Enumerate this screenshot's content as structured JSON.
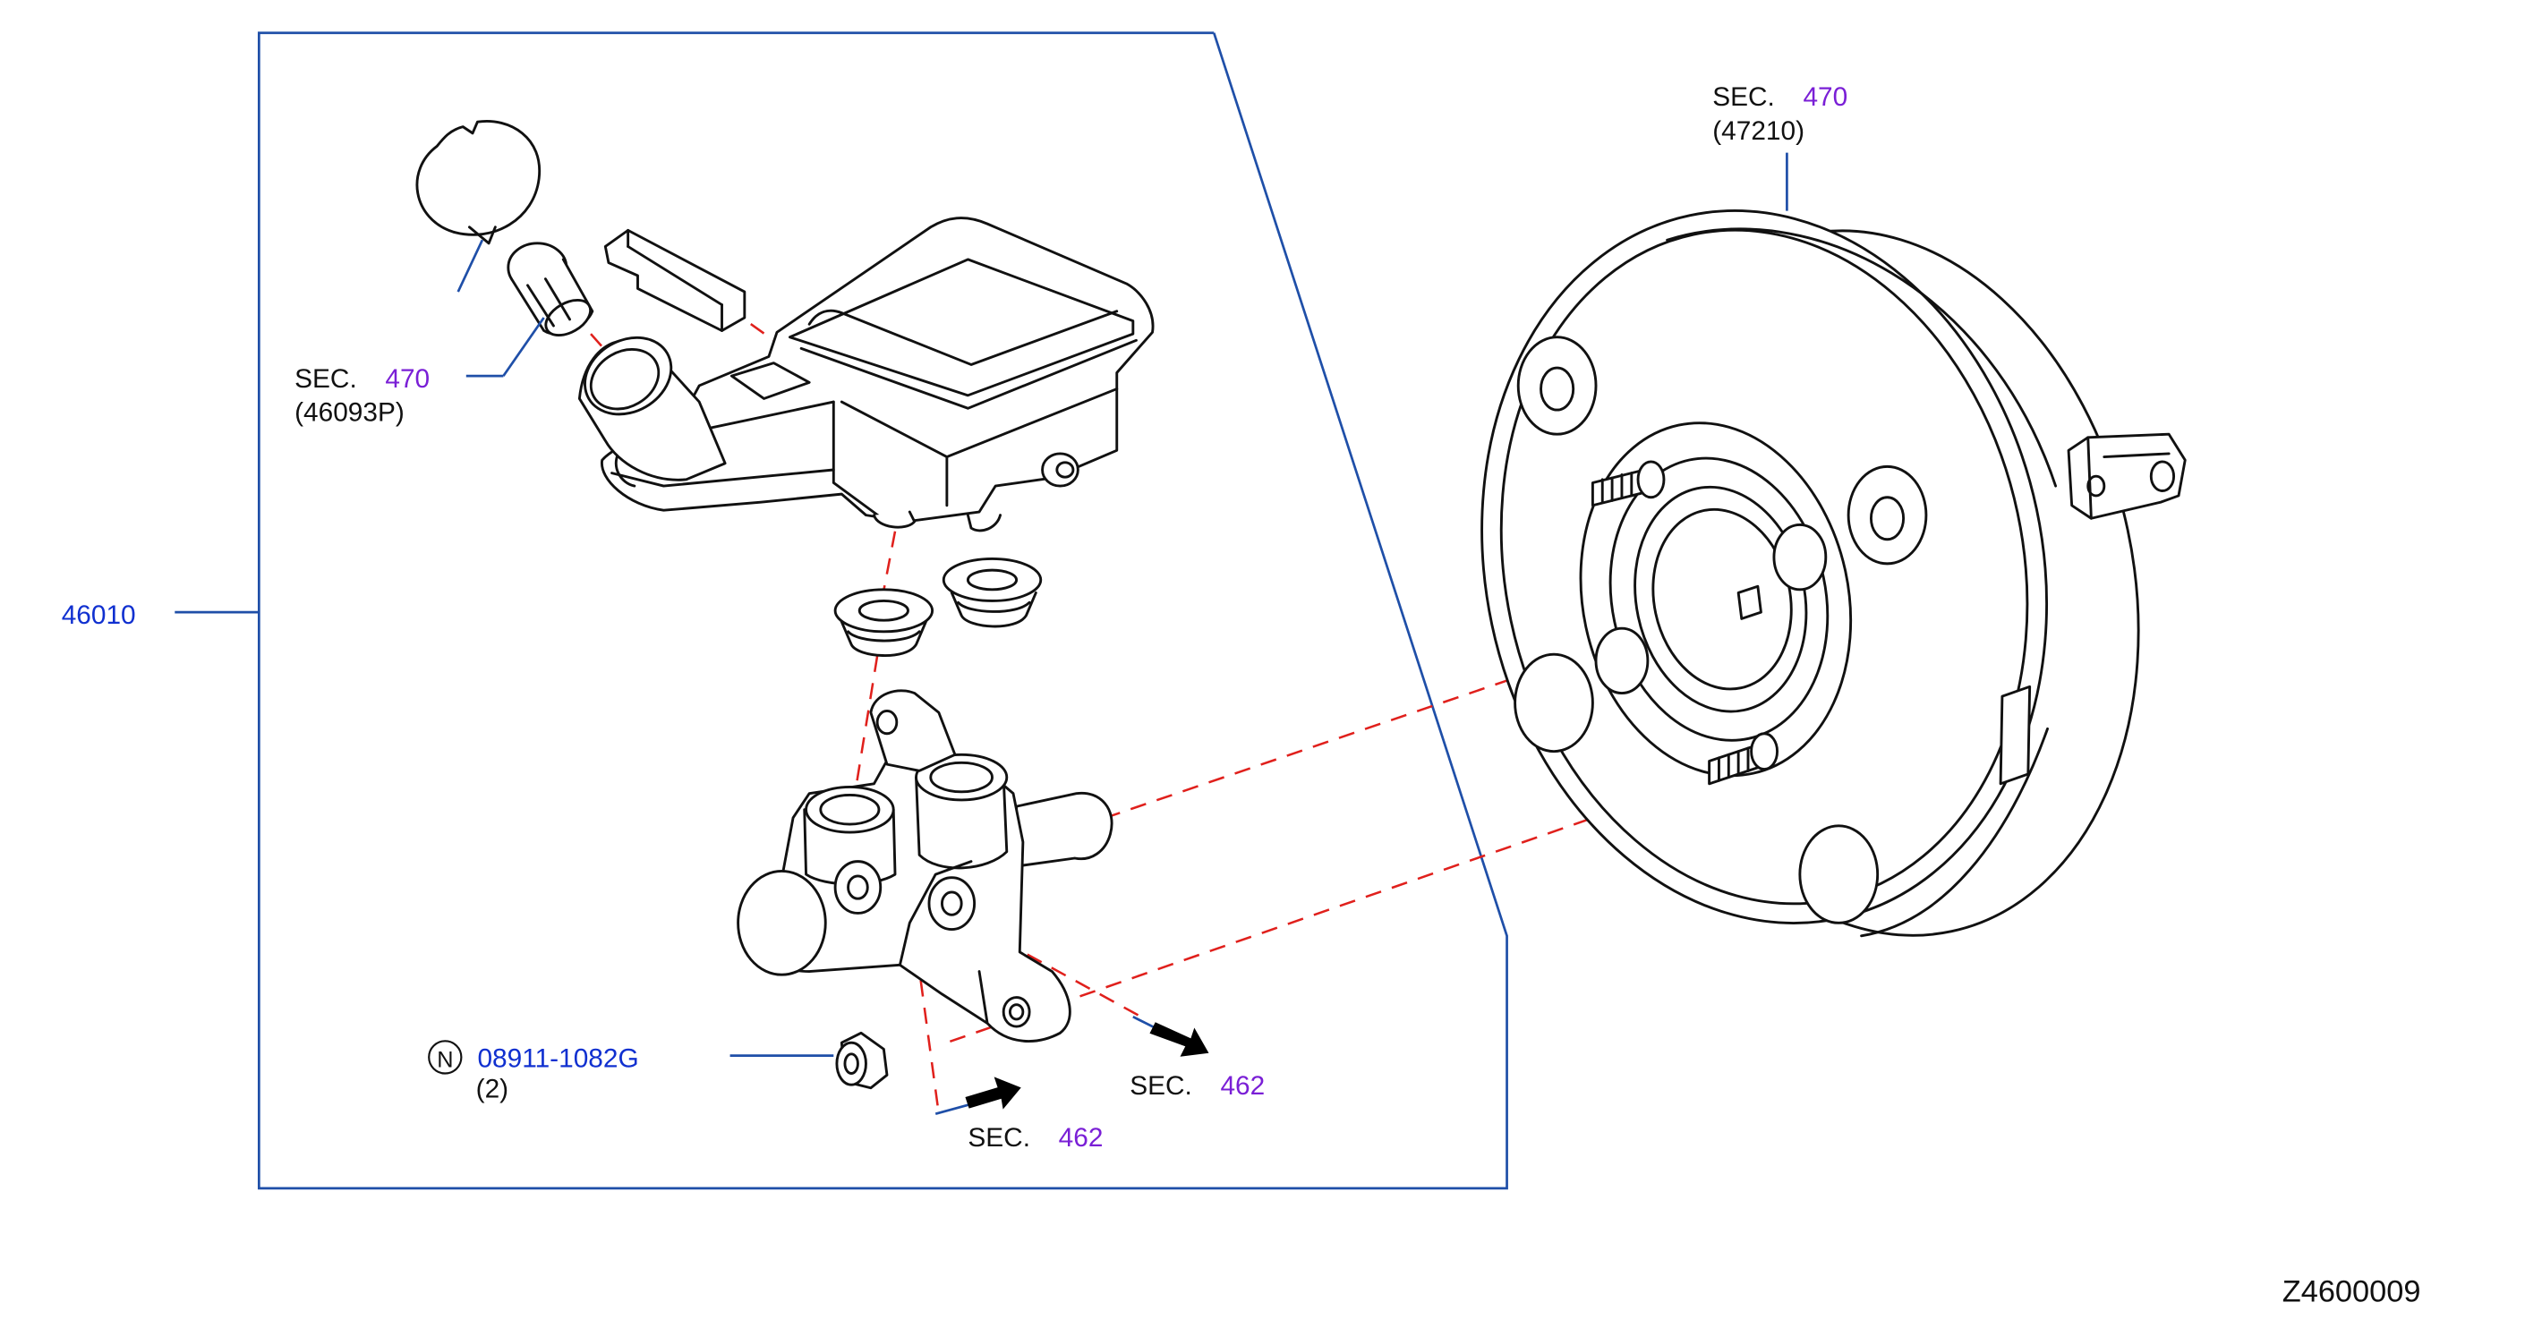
{
  "labels": {
    "assembly_number": "46010",
    "sec_cap_prefix": "SEC.",
    "sec_cap_number": "470",
    "sec_cap_part": "(46093P)",
    "sec_booster_prefix": "SEC.",
    "sec_booster_number": "470",
    "sec_booster_part": "(47210)",
    "sec_right_prefix": "SEC.",
    "sec_right_number": "462",
    "sec_bottom_prefix": "SEC.",
    "sec_bottom_number": "462",
    "nut_symbol": "N",
    "nut_part": "08911-1082G",
    "nut_qty": "(2)",
    "drawing_id": "Z4600009"
  },
  "colors": {
    "frame": "#1f4fa8",
    "dashed_guides": "#e0201c",
    "section_numbers": "#7a1fd6",
    "part_numbers": "#1030d0",
    "linework": "#111111"
  }
}
